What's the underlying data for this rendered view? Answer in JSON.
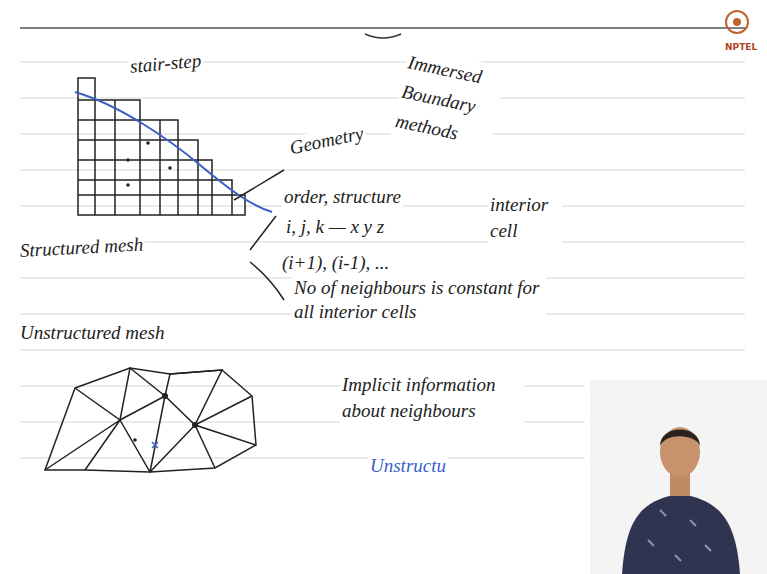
{
  "diagram": {
    "labels": [
      "stair-step",
      "Immersed Boundary methods",
      "Geometry",
      "order, structure",
      "interior cell",
      "i, j, k — x y z",
      "Structured mesh",
      "(i+1), (i-1), ...",
      "No of neighbours is constant for all interior cells",
      "Unstructured mesh",
      "Implicit information about neighbours",
      "Unstructu",
      "NPTEL"
    ]
  }
}
